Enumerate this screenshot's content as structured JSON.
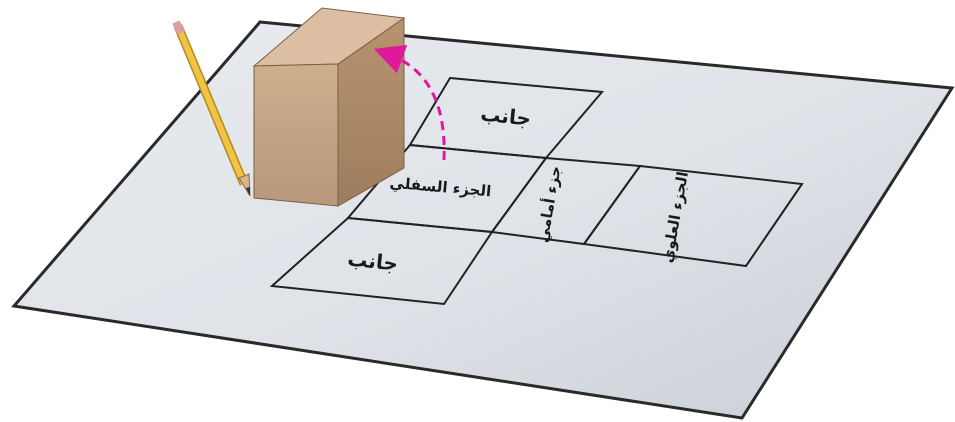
{
  "labels": {
    "side_top": "جانب",
    "bottom": "الجزء السفلي",
    "front": "جزء أمامي",
    "top": "الجزء العلوي",
    "side_bottom": "جانب"
  },
  "colors": {
    "paper": "#d9dde2",
    "paper_light": "#eef1f4",
    "paper_edge": "#2a2a2a",
    "arrow": "#e0189a",
    "box_front": "#c9a98a",
    "box_top": "#dcbfa3",
    "box_side": "#b08d6e",
    "pencil": "#f2c445"
  }
}
